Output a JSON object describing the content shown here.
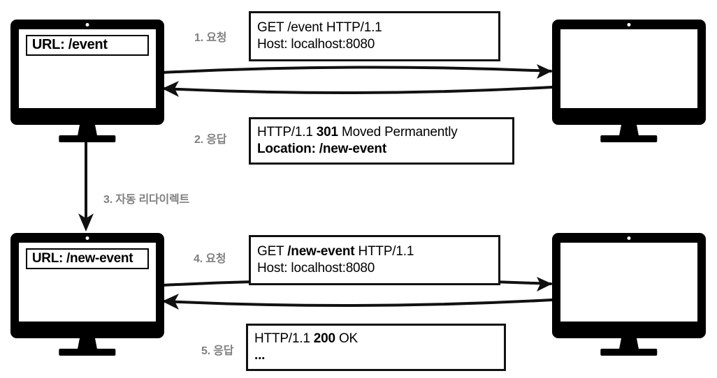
{
  "diagram": {
    "title": "HTTP 301 Moved Permanently redirect flow",
    "accent_color": "#000000",
    "label_color": "#808080",
    "background": "#ffffff"
  },
  "clients": {
    "top": {
      "name": "browser-top",
      "url_label": "URL: /event"
    },
    "bottom": {
      "name": "browser-bottom",
      "url_label": "URL: /new-event"
    }
  },
  "servers": {
    "top": {
      "name": "server-top",
      "screen_text": ""
    },
    "bottom": {
      "name": "server-bottom",
      "screen_text": ""
    }
  },
  "steps": [
    {
      "id": 1,
      "label": "1. 요청"
    },
    {
      "id": 2,
      "label": "2. 응답"
    },
    {
      "id": 3,
      "label": "3. 자동 리다이렉트"
    },
    {
      "id": 4,
      "label": "4. 요청"
    },
    {
      "id": 5,
      "label": "5. 응답"
    }
  ],
  "messages": {
    "request_1": {
      "line1_pre": "GET /event HTTP/1.1",
      "line1_bold": "",
      "line1_post": "",
      "line2_pre": "Host: localhost:8080",
      "line2_bold": "",
      "line2_post": ""
    },
    "response_2": {
      "line1_pre": "HTTP/1.1 ",
      "line1_bold": "301",
      "line1_post": " Moved Permanently",
      "line2_pre": "",
      "line2_bold": "Location: /new-event",
      "line2_post": ""
    },
    "request_4": {
      "line1_pre": "GET ",
      "line1_bold": "/new-event",
      "line1_post": " HTTP/1.1",
      "line2_pre": "Host: localhost:8080",
      "line2_bold": "",
      "line2_post": ""
    },
    "response_5": {
      "line1_pre": "HTTP/1.1 ",
      "line1_bold": "200",
      "line1_post": " OK",
      "line2_pre": "",
      "line2_bold": "...",
      "line2_post": ""
    }
  }
}
